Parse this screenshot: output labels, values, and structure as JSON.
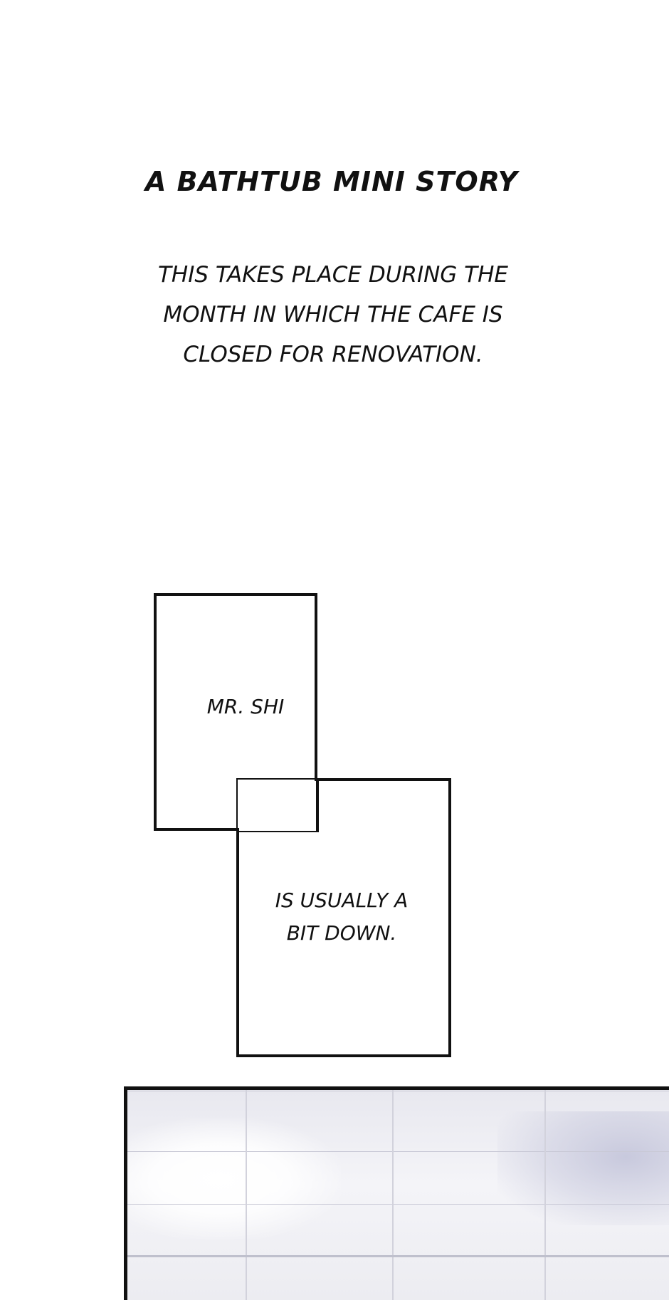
{
  "title": "A BATHTUB MINI STORY",
  "intro": {
    "lines": [
      "THIS TAKES PLACE DURING THE",
      "MONTH IN WHICH THE CAFE IS",
      "CLOSED FOR RENOVATION."
    ]
  },
  "captions": {
    "first": {
      "lines": [
        "MR. SHI"
      ]
    },
    "second": {
      "lines": [
        "IS USUALLY A",
        "BIT DOWN."
      ]
    }
  },
  "art_panel": {
    "description_icon": "bathroom-tile-scene"
  }
}
